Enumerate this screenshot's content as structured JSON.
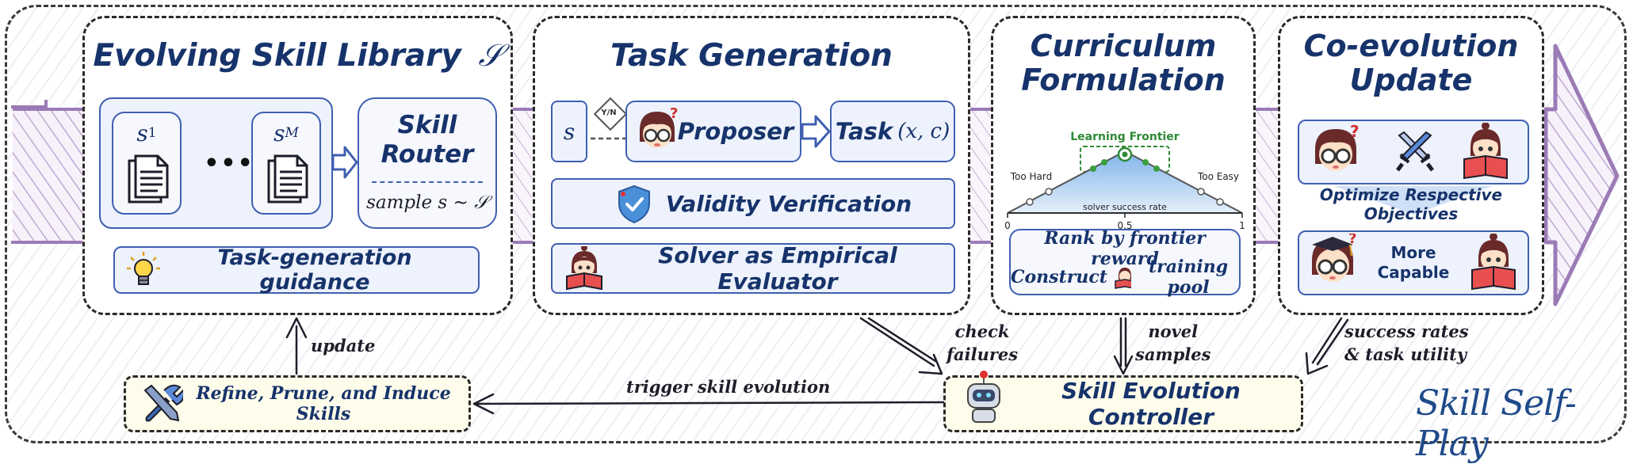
{
  "panels": {
    "skill_library": {
      "title": "Evolving Skill Library",
      "title_symbol": "𝒮",
      "skill_first": "s",
      "skill_first_sub": "1",
      "skill_last": "s",
      "skill_last_sub": "M",
      "ellipsis": "•••",
      "router_title": "Skill Router",
      "router_sample": "sample s ∼ 𝒮",
      "guidance": "Task-generation guidance"
    },
    "task_generation": {
      "title": "Task Generation",
      "skill_symbol": "s",
      "decision_label": "Y/N",
      "proposer": "Proposer",
      "task": "Task",
      "task_symbol": "(x, c)",
      "validity": "Validity Verification",
      "solver": "Solver as Empirical Evaluator"
    },
    "curriculum": {
      "title_line1": "Curriculum",
      "title_line2": "Formulation",
      "frontier_label": "Learning Frontier",
      "too_hard": "Too Hard",
      "too_easy": "Too Easy",
      "axis_label": "solver success rate",
      "tick_0": "0",
      "tick_05": "0.5",
      "tick_1": "1",
      "rank_text": "Rank by frontier reward",
      "construct_text": "Construct",
      "pool_text": "training pool"
    },
    "coevolution": {
      "title_line1": "Co-evolution",
      "title_line2": "Update",
      "objective": "Optimize Respective Objectives",
      "more_capable": "More Capable"
    }
  },
  "bottom": {
    "refine": "Refine, Prune, and Induce Skills",
    "controller": "Skill Evolution Controller",
    "update": "update",
    "trigger": "trigger skill evolution",
    "check_failures": "check\nfailures",
    "novel_samples": "novel\nsamples",
    "success_rates": "success rates\n& task utility",
    "brand": "Skill Self-Play"
  },
  "colors": {
    "navy": "#17336b",
    "box_border": "#3f5fb0",
    "box_fill": "#edf2fc",
    "purple_arrow": "#9b7bb6",
    "frontier_green": "#2f8a35",
    "controller_fill": "#fefcea"
  },
  "icons": [
    "document-icon",
    "lightbulb-icon",
    "shield-check-icon",
    "character-icon",
    "crossed-swords-icon",
    "reader-icon",
    "robot-icon",
    "tools-icon"
  ]
}
